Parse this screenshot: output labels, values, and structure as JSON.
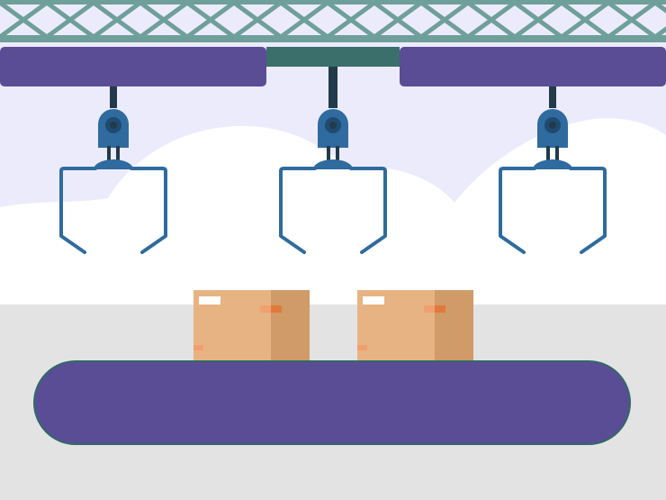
{
  "scene": {
    "subject": "robotic-claw-conveyor-illustration",
    "claw_count": 3,
    "box_count": 2,
    "colors": {
      "sky": "#ecebfc",
      "cloud": "#ffffff",
      "floor": "#e3e3e3",
      "truss": "#6f9f9a",
      "rail_purple": "#5a4d96",
      "rail_center": "#3a6f6c",
      "claw_blue": "#2f6b9e",
      "claw_dark": "#1f4b72",
      "rod": "#223a4a",
      "belt": "#5a4d96",
      "belt_outline": "#2f6a66",
      "box_front": "#e8b383",
      "box_side": "#d19a69",
      "box_label": "#ffffff",
      "box_tape": "#e07a3a"
    }
  }
}
